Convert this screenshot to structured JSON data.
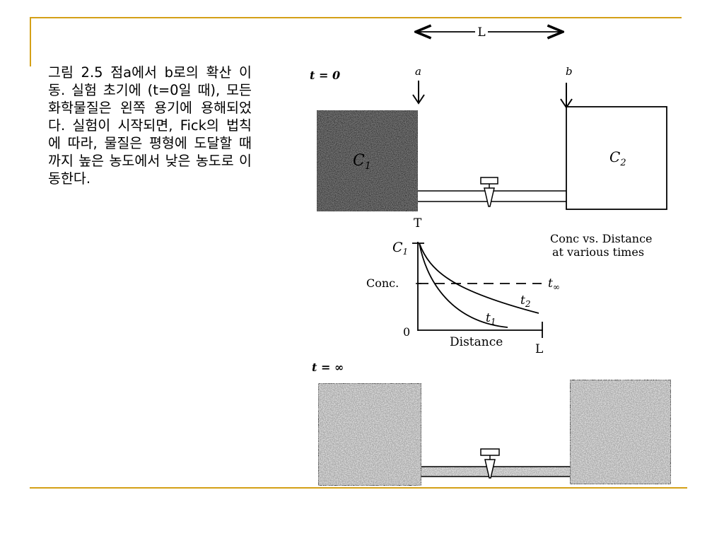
{
  "caption": "그림 2.5  점a에서 b로의 확산 이동. 실험 초기에 (t=0일 때), 모든 화학물질은 왼쪽 용기에 용해되었다. 실험이 시작되면, Fick의 법칙에 따라, 물질은 평형에 도달할 때까지 높은 농도에서 낮은 농도로 이동한다.",
  "top_diagram": {
    "length_label": "L",
    "time_label": "t = 0",
    "point_a": "a",
    "point_b": "b",
    "left_conc": "C",
    "left_conc_sub": "1",
    "right_conc": "C",
    "right_conc_sub": "2"
  },
  "graph": {
    "top_tick": "T",
    "y_max": "C",
    "y_max_sub": "1",
    "y_label": "Conc.",
    "y_zero": "0",
    "x_label": "Distance",
    "x_end": "L",
    "curve_t1": "t",
    "curve_t1_sub": "1",
    "curve_t2": "t",
    "curve_t2_sub": "2",
    "curve_tinf": "t",
    "curve_tinf_sub": "∞",
    "legend_line1": "Conc vs. Distance",
    "legend_line2": "at various times"
  },
  "bottom_diagram": {
    "time_label": "t = ∞"
  },
  "colors": {
    "accent_rule": "#d4a017",
    "dark_fill": "#2b2b2b",
    "medium_fill": "#a9a9a9"
  }
}
